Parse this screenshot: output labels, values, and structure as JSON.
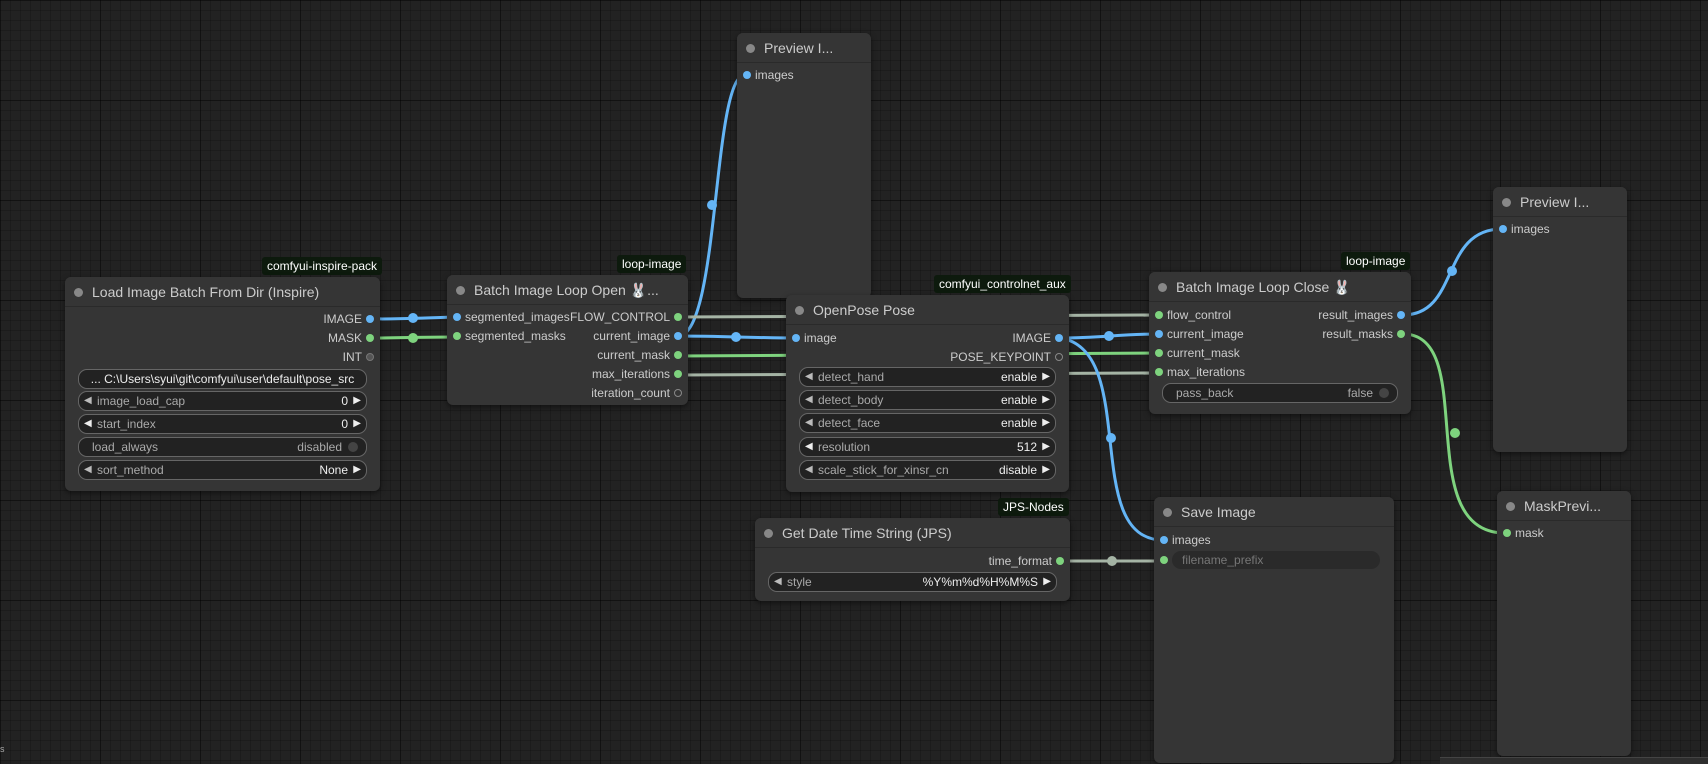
{
  "badges": {
    "inspire_pack": "comfyui-inspire-pack",
    "loop_image_open": "loop-image",
    "controlnet_aux": "comfyui_controlnet_aux",
    "loop_image_close": "loop-image",
    "jps_nodes": "JPS-Nodes"
  },
  "colors": {
    "image_link": "#64b5f6",
    "mask_link": "#7ed37e",
    "flow_link": "#a5b4a5"
  },
  "load_image": {
    "title": "Load Image Batch From Dir (Inspire)",
    "outputs": [
      "IMAGE",
      "MASK",
      "INT"
    ],
    "path": "...  C:\\Users\\syui\\git\\comfyui\\user\\default\\pose_src",
    "image_load_cap": {
      "label": "image_load_cap",
      "value": "0"
    },
    "start_index": {
      "label": "start_index",
      "value": "0"
    },
    "load_always": {
      "label": "load_always",
      "value": "disabled"
    },
    "sort_method": {
      "label": "sort_method",
      "value": "None"
    }
  },
  "loop_open": {
    "title": "Batch Image Loop Open 🐰...",
    "inputs": [
      "segmented_images",
      "segmented_masks"
    ],
    "outputs": [
      "FLOW_CONTROL",
      "current_image",
      "current_mask",
      "max_iterations",
      "iteration_count"
    ]
  },
  "preview1": {
    "title": "Preview I...",
    "input": "images"
  },
  "openpose": {
    "title": "OpenPose Pose",
    "input": "image",
    "outputs": [
      "IMAGE",
      "POSE_KEYPOINT"
    ],
    "detect_hand": {
      "label": "detect_hand",
      "value": "enable"
    },
    "detect_body": {
      "label": "detect_body",
      "value": "enable"
    },
    "detect_face": {
      "label": "detect_face",
      "value": "enable"
    },
    "resolution": {
      "label": "resolution",
      "value": "512"
    },
    "scale_stick": {
      "label": "scale_stick_for_xinsr_cn",
      "value": "disable"
    }
  },
  "datetime": {
    "title": "Get Date Time String (JPS)",
    "output": "time_format",
    "style": {
      "label": "style",
      "value": "%Y%m%d%H%M%S"
    }
  },
  "loop_close": {
    "title": "Batch Image Loop Close 🐰",
    "inputs": [
      "flow_control",
      "current_image",
      "current_mask",
      "max_iterations"
    ],
    "outputs": [
      "result_images",
      "result_masks"
    ],
    "pass_back": {
      "label": "pass_back",
      "value": "false"
    }
  },
  "save_image": {
    "title": "Save Image",
    "input": "images",
    "filename_prefix": "filename_prefix"
  },
  "preview2": {
    "title": "Preview I...",
    "input": "images"
  },
  "mask_preview": {
    "title": "MaskPrevi...",
    "input": "mask"
  },
  "corner_text": "s"
}
